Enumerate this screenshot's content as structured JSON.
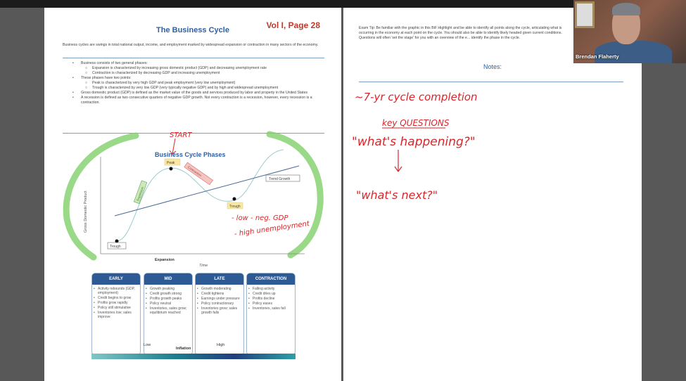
{
  "left_page": {
    "title": "The Business Cycle",
    "volume_ref": "Vol I, Page 28",
    "intro": "Business cycles are swings in total national output, income, and employment marked by widespread expansion or contraction in many sectors of the economy.",
    "bullets": [
      "Business consists of two general phases:",
      "Expansion is characterized by increasing gross domestic product (GDP) and decreasing unemployment rate",
      "Contraction is characterized by decreasing GDP and increasing unemployment",
      "These phases have two points:",
      "Peak is characterized by very high GDP and peak employment (very low unemployment)",
      "Trough is characterized by very low GDP (very typically negative GDP) and by high and widespread unemployment",
      "Gross domestic product (GDP) is defined as the market value of the goods and services produced by labor and property in the United States",
      "A recession is defined as two consecutive quarters of negative GDP growth. Not every contraction is a recession, however, every recession is a contraction."
    ],
    "chart": {
      "title": "Business Cycle Phases",
      "ylabel": "Gross Domestic Product",
      "xlabel": "Time",
      "labels": {
        "peak": "Peak",
        "trough_left": "Trough",
        "trough_right": "Trough",
        "expansion": "Expansion",
        "contraction": "Contraction",
        "trend": "Trend Growth"
      }
    },
    "expansion_label": "Expansion",
    "phases": [
      {
        "name": "EARLY",
        "items": [
          "Activity rebounds (GDP, employment)",
          "Credit begins to grow",
          "Profits grow rapidly",
          "Policy still stimulative",
          "Inventories low; sales improve"
        ]
      },
      {
        "name": "MID",
        "items": [
          "Growth peaking",
          "Credit growth strong",
          "Profits growth peaks",
          "Policy neutral",
          "Inventories, sales grow; equilibrium reached"
        ]
      },
      {
        "name": "LATE",
        "items": [
          "Growth moderating",
          "Credit tightens",
          "Earnings under pressure",
          "Policy contractionary",
          "Inventories grow; sales growth falls"
        ]
      },
      {
        "name": "CONTRACTION",
        "items": [
          "Falling activity",
          "Credit dries up",
          "Profits decline",
          "Policy eases",
          "Inventories, sales fall"
        ]
      }
    ],
    "inflation": {
      "label": "Inflation",
      "low": "Low",
      "high": "High"
    }
  },
  "right_page": {
    "exam_tip": "Exam Tip: Be familiar with the graphic in this BiF Highlight and be able to identify all points along the cycle, articulating what is occurring in the economy at each point on the cycle. You should also be able to identify likely headed given current conditions. Questions will often 'set the stage' for you with an overview of the e... identify the phase in the cycle.",
    "notes_title": "Notes:"
  },
  "annotations": {
    "start": "START",
    "trough_notes": [
      "- low - neg. GDP",
      "- high unemployment"
    ],
    "cycle": "~7-yr cycle completion",
    "key_questions": "key QUESTIONS",
    "q1": "\"what's happening?\"",
    "q2": "\"what's next?\""
  },
  "webcam": {
    "name": "Brendan Flaherty"
  },
  "colors": {
    "annotation": "#d8262b",
    "highlight": "#5cc04a",
    "heading": "#2e5fa3"
  }
}
